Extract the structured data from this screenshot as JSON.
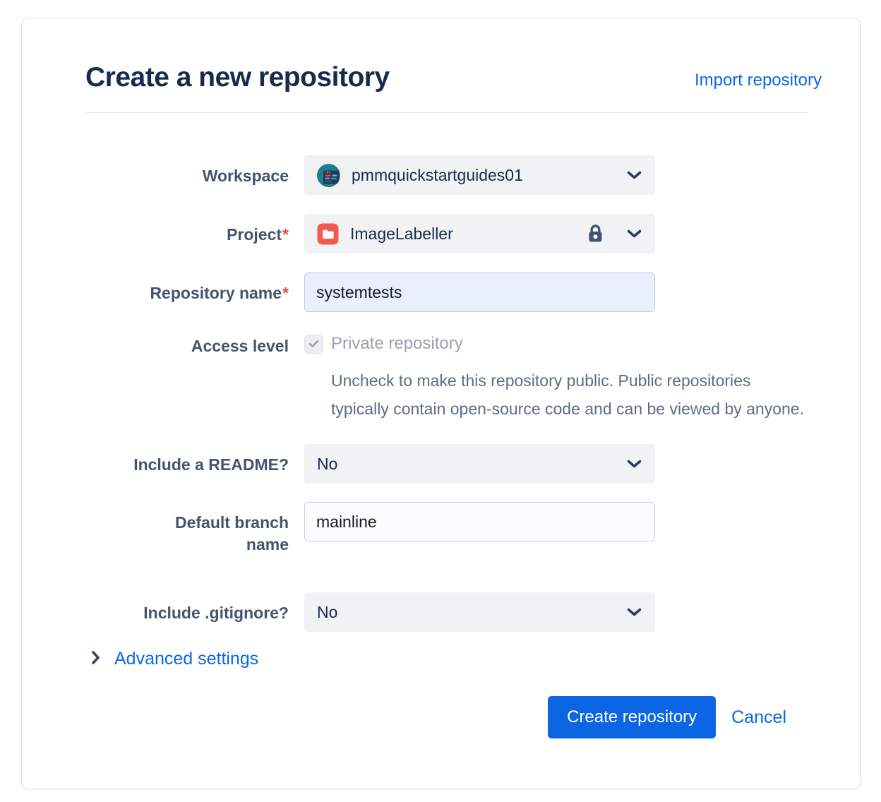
{
  "header": {
    "title": "Create a new repository",
    "import_link": "Import repository"
  },
  "form": {
    "workspace": {
      "label": "Workspace",
      "value": "pmmquickstartguides01"
    },
    "project": {
      "label": "Project",
      "required_mark": "*",
      "value": "ImageLabeller",
      "locked": true
    },
    "repository_name": {
      "label": "Repository name",
      "required_mark": "*",
      "value": "systemtests"
    },
    "access_level": {
      "label": "Access level",
      "checkbox_label": "Private repository",
      "checkbox_checked": true,
      "help_text": "Uncheck to make this repository public. Public repositories typically contain open-source code and can be viewed by anyone."
    },
    "include_readme": {
      "label": "Include a README?",
      "value": "No"
    },
    "default_branch": {
      "label": "Default branch name",
      "value": "mainline"
    },
    "include_gitignore": {
      "label": "Include .gitignore?",
      "value": "No"
    }
  },
  "advanced_settings": {
    "label": "Advanced settings"
  },
  "actions": {
    "create_label": "Create repository",
    "cancel_label": "Cancel"
  },
  "icons": {
    "workspace_avatar": "workspace-avatar",
    "project_folder": "folder-icon",
    "lock": "lock-icon",
    "chevron_down": "chevron-down-icon",
    "chevron_right": "chevron-right-icon",
    "checkmark": "check-icon"
  },
  "colors": {
    "accent_blue": "#0C66E4",
    "title_text": "#172B4D",
    "label_text": "#44546F",
    "disabled_text": "#98A1B0",
    "helper_text": "#5E6C84",
    "field_bg": "#F1F2F4",
    "focused_input_bg": "#E9EFFC",
    "avatar_teal": "#1D7F8C",
    "project_icon_red": "#F15B50",
    "required_red": "#E2483D",
    "chevron_navy": "#2C3E5D"
  }
}
